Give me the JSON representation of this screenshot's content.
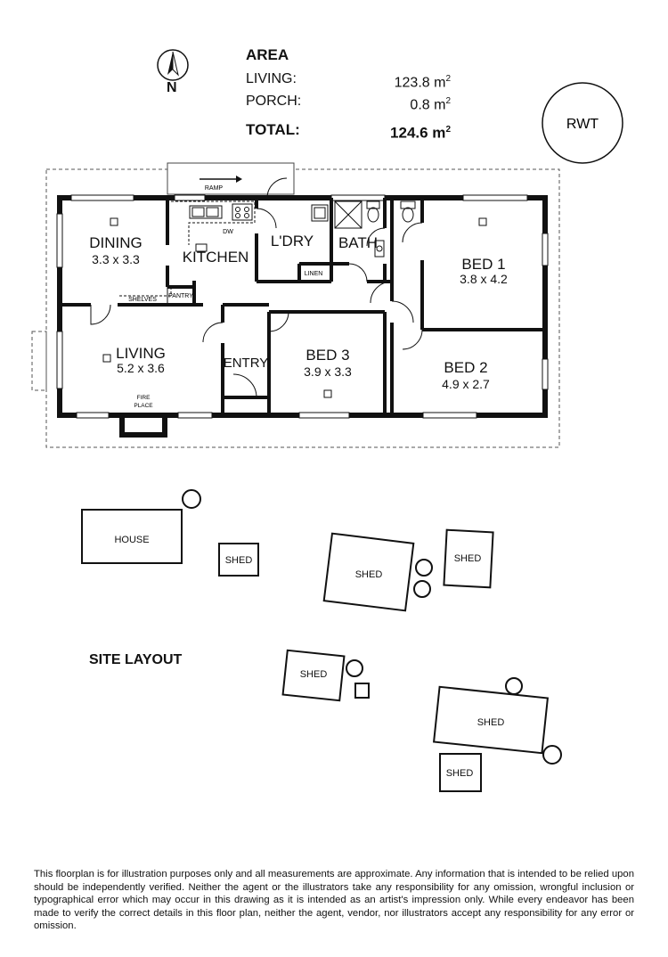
{
  "area": {
    "title": "AREA",
    "rows": [
      {
        "label": "LIVING:",
        "value": "123.8 m",
        "unit_sup": "2"
      },
      {
        "label": "PORCH:",
        "value": "0.8 m",
        "unit_sup": "2"
      }
    ],
    "total": {
      "label": "TOTAL:",
      "value": "124.6 m",
      "unit_sup": "2"
    }
  },
  "compass": {
    "label": "N",
    "icon": "north-arrow-icon"
  },
  "tank": {
    "label": "RWT"
  },
  "rooms": {
    "dining": {
      "name": "DINING",
      "size": "3.3 x 3.3"
    },
    "kitchen": {
      "name": "KITCHEN"
    },
    "laundry": {
      "name": "L'DRY"
    },
    "bath": {
      "name": "BATH"
    },
    "bed1": {
      "name": "BED 1",
      "size": "3.8 x 4.2"
    },
    "living": {
      "name": "LIVING",
      "size": "5.2 x 3.6"
    },
    "entry": {
      "name": "ENTRY"
    },
    "bed3": {
      "name": "BED 3",
      "size": "3.9 x 3.3"
    },
    "bed2": {
      "name": "BED 2",
      "size": "4.9 x 2.7"
    }
  },
  "small_labels": {
    "ramp": "RAMP",
    "dw": "DW",
    "linen": "LINEN",
    "shelves": "SHELVES",
    "pantry": "PANTRY",
    "fire_place_1": "FIRE",
    "fire_place_2": "PLACE"
  },
  "site": {
    "title": "SITE LAYOUT",
    "house": "HOUSE",
    "shed": "SHED"
  },
  "disclaimer": "This floorplan is for illustration purposes only and all measurements are approximate. Any information that is intended to be relied upon should be independently verified. Neither the agent or the illustrators take any responsibility for any omission, wrongful inclusion or typographical error which may occur in this drawing as it is intended as an artist's impression only. While every endeavor has been made to verify the correct details in this floor plan, neither the agent, vendor, nor illustrators accept any responsibility for any error or omission."
}
